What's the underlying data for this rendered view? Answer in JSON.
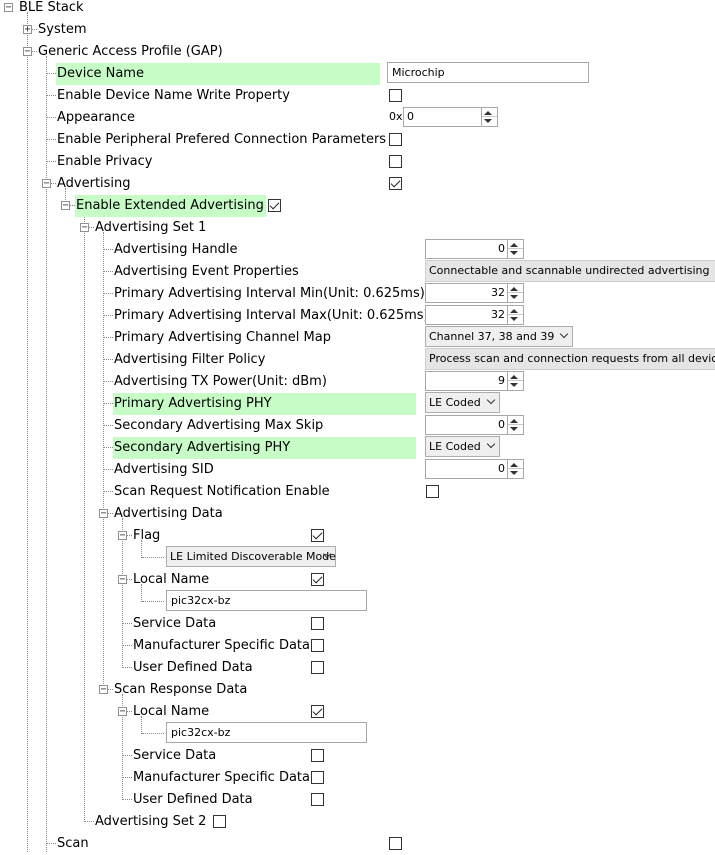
{
  "tree": {
    "root": "BLE Stack",
    "system": "System",
    "gap": "Generic Access Profile (GAP)",
    "device_name": {
      "label": "Device Name",
      "value": "Microchip"
    },
    "enable_name_write": {
      "label": "Enable Device Name Write Property",
      "checked": false
    },
    "appearance": {
      "label": "Appearance",
      "prefix": "0x",
      "value": "0"
    },
    "peripheral_conn": {
      "label": "Enable Peripheral Prefered Connection Parameters",
      "checked": false
    },
    "privacy": {
      "label": "Enable Privacy",
      "checked": false
    },
    "advertising": {
      "label": "Advertising",
      "checked": true
    },
    "ext_adv": {
      "label": "Enable Extended Advertising",
      "checked": true
    },
    "adv_set1": {
      "label": "Advertising Set 1",
      "handle": {
        "label": "Advertising Handle",
        "value": "0"
      },
      "event_props": {
        "label": "Advertising Event Properties",
        "value": "Connectable and scannable undirected advertising"
      },
      "interval_min": {
        "label": "Primary Advertising Interval Min(Unit: 0.625ms)",
        "value": "32"
      },
      "interval_max": {
        "label": "Primary Advertising Interval Max(Unit: 0.625ms)",
        "value": "32"
      },
      "channel_map": {
        "label": "Primary Advertising Channel Map",
        "value": "Channel 37, 38 and 39"
      },
      "filter_policy": {
        "label": "Advertising Filter Policy",
        "value": "Process scan and connection requests from all devices"
      },
      "tx_power": {
        "label": "Advertising TX Power(Unit: dBm)",
        "value": "9"
      },
      "primary_phy": {
        "label": "Primary Advertising PHY",
        "value": "LE Coded"
      },
      "max_skip": {
        "label": "Secondary Advertising Max Skip",
        "value": "0"
      },
      "secondary_phy": {
        "label": "Secondary Advertising PHY",
        "value": "LE Coded"
      },
      "sid": {
        "label": "Advertising SID",
        "value": "0"
      },
      "scan_req_notif": {
        "label": "Scan Request Notification Enable",
        "checked": false
      },
      "adv_data": {
        "label": "Advertising Data",
        "flag": {
          "label": "Flag",
          "checked": true,
          "value": "LE Limited Discoverable Mode"
        },
        "local_name": {
          "label": "Local Name",
          "checked": true,
          "value": "pic32cx-bz"
        },
        "service_data": {
          "label": "Service Data",
          "checked": false
        },
        "manufacturer_data": {
          "label": "Manufacturer Specific Data",
          "checked": false
        },
        "user_data": {
          "label": "User Defined Data",
          "checked": false
        }
      },
      "scan_resp": {
        "label": "Scan Response Data",
        "local_name": {
          "label": "Local Name",
          "checked": true,
          "value": "pic32cx-bz"
        },
        "service_data": {
          "label": "Service Data",
          "checked": false
        },
        "manufacturer_data": {
          "label": "Manufacturer Specific Data",
          "checked": false
        },
        "user_data": {
          "label": "User Defined Data",
          "checked": false
        }
      }
    },
    "adv_set2": {
      "label": "Advertising Set 2",
      "checked": false
    },
    "scan": {
      "label": "Scan",
      "checked": false
    }
  },
  "colors": {
    "highlight": "#c7fcc7",
    "readonly": "#e5e5e5"
  },
  "icons": {
    "expand": "plus-box-icon",
    "collapse": "minus-box-icon",
    "checkbox": "checkbox-icon",
    "dropdown": "chevron-down-icon"
  }
}
